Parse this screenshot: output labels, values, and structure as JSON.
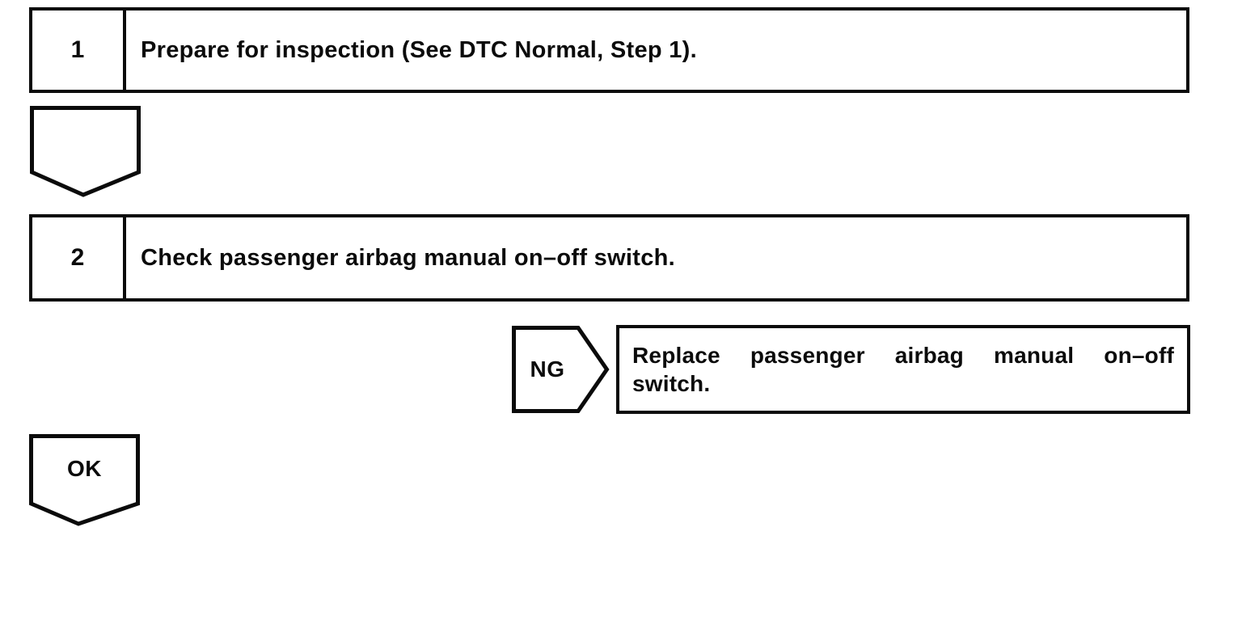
{
  "page": {
    "background": "#ffffff",
    "ink": "#0b0b0b"
  },
  "flowchart": {
    "steps": [
      {
        "number": "1",
        "instruction": "Prepare for inspection (See DTC Normal, Step 1)."
      },
      {
        "number": "2",
        "instruction": "Check passenger airbag manual on–off switch."
      }
    ],
    "connectors": {
      "after_step1": {
        "label": "",
        "shape": "down-arrow"
      },
      "ng": {
        "label": "NG",
        "shape": "right-arrow"
      },
      "ok": {
        "label": "OK",
        "shape": "down-arrow"
      }
    },
    "ng_action": {
      "line1_words": [
        "Replace",
        "passenger",
        "airbag",
        "manual",
        "on–off"
      ],
      "line2": "switch."
    }
  }
}
